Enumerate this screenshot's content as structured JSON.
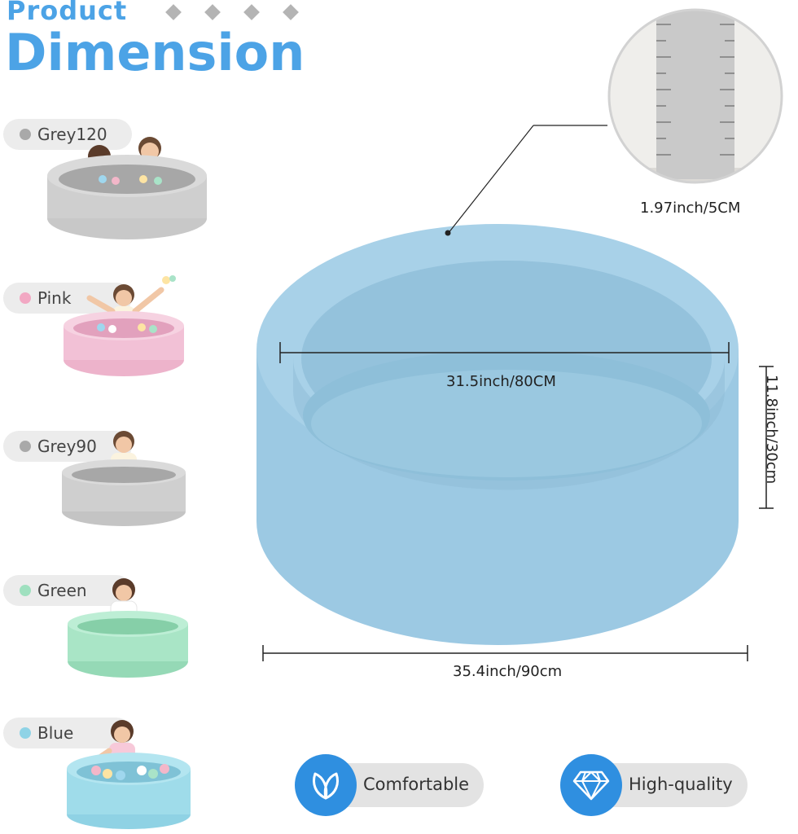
{
  "header": {
    "title_small": "Product",
    "title_big": "Dimension"
  },
  "variants": [
    {
      "label": "Grey120",
      "dot_color": "#a9a9a9",
      "pool_color": "#cfcfcf"
    },
    {
      "label": "Pink",
      "dot_color": "#f2a8c3",
      "pool_color": "#f2c1d6"
    },
    {
      "label": "Grey90",
      "dot_color": "#a9a9a9",
      "pool_color": "#cfcfcf"
    },
    {
      "label": "Green",
      "dot_color": "#9fe0bf",
      "pool_color": "#a9e5c6"
    },
    {
      "label": "Blue",
      "dot_color": "#8fd3e6",
      "pool_color": "#9fdcea"
    }
  ],
  "measurements": {
    "thickness": "1.97inch/5CM",
    "inner_diameter": "31.5inch/80CM",
    "height": "11.8inch/30cm",
    "outer_diameter": "35.4inch/90cm"
  },
  "features": [
    {
      "label": "Comfortable",
      "icon": "leaf-icon"
    },
    {
      "label": "High-quality",
      "icon": "diamond-icon"
    }
  ],
  "colors": {
    "accent": "#4ca3e6",
    "badge_circle": "#2f8fe0",
    "main_pool": "#9cc9e3"
  }
}
